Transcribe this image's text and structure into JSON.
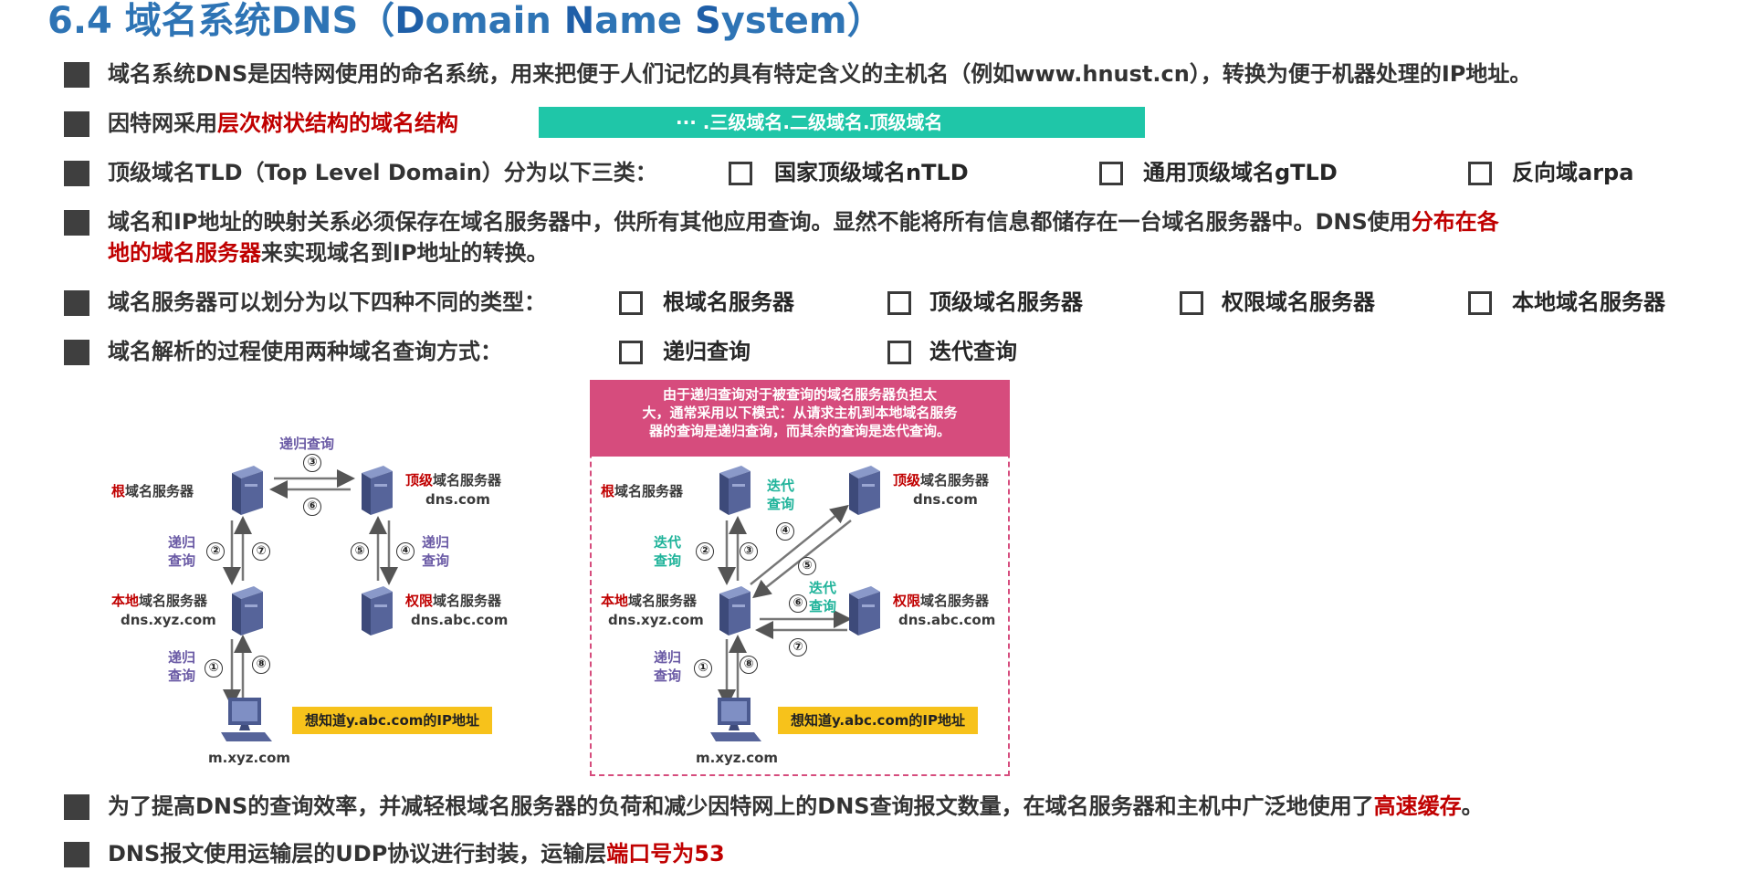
{
  "title": {
    "prefix": "6.4 域名系统DNS（",
    "d": "D",
    "omain": "omain ",
    "n": "N",
    "ame": "ame ",
    "s": "S",
    "ystem": "ystem）"
  },
  "rows": {
    "r1": "域名系统DNS是因特网使用的命名系统，用来把便于人们记忆的具有特定含义的主机名（例如www.hnust.cn），转换为便于机器处理的IP地址。",
    "r2_plain": "因特网采用",
    "r2_red": "层次树状结构的域名结构",
    "r2_bar": "··· .三级域名.二级域名.顶级域名",
    "r3": "顶级域名TLD（Top Level Domain）分为以下三类：",
    "r3_opts": [
      "国家顶级域名nTLD",
      "通用顶级域名gTLD",
      "反向域arpa"
    ],
    "r4_a": "域名和IP地址的映射关系必须保存在域名服务器中，供所有其他应用查询。显然不能将所有信息都储存在一台域名服务器中。DNS使用",
    "r4_red1": "分布在各",
    "r4_red2": "地的域名服务器",
    "r4_b": "来实现域名到IP地址的转换。",
    "r5": "域名服务器可以划分为以下四种不同的类型：",
    "r5_opts": [
      "根域名服务器",
      "顶级域名服务器",
      "权限域名服务器",
      "本地域名服务器"
    ],
    "r6": "域名解析的过程使用两种域名查询方式：",
    "r6_opts": [
      "递归查询",
      "迭代查询"
    ],
    "r7_a": "为了提高DNS的查询效率，并减轻根域名服务器的负荷和减少因特网上的DNS查询报文数量，在域名服务器和主机中广泛地使用了",
    "r7_red": "高速缓存",
    "r7_b": "。",
    "r8_a": "DNS报文使用运输层的UDP协议进行封装，运输层",
    "r8_red": "端口号为53"
  },
  "diagram": {
    "root_r": "根",
    "tld_r": "顶级",
    "auth_r": "权限",
    "local_r": "本地",
    "server_suffix": "域名服务器",
    "tld_host": "dns.com",
    "auth_host": "dns.abc.com",
    "local_host": "dns.xyz.com",
    "client": "m.xyz.com",
    "want": "想知道y.abc.com的IP地址",
    "recursive": "递归查询",
    "rec1": "递归",
    "rec2": "查询",
    "iter1": "迭代",
    "iter2": "查询",
    "nums": [
      "①",
      "②",
      "③",
      "④",
      "⑤",
      "⑥",
      "⑦",
      "⑧"
    ],
    "note": "由于递归查询对于被查询的域名服务器负担太大，通常采用以下模式：从请求主机到本地域名服务器的查询是递归查询，而其余的查询是迭代查询。",
    "note_l1": "由于递归查询对于被查询的域名服务器负担太",
    "note_l2": "大，通常采用以下模式：从请求主机到本地域名服务",
    "note_l3": "器的查询是递归查询，而其余的查询是迭代查询。"
  }
}
